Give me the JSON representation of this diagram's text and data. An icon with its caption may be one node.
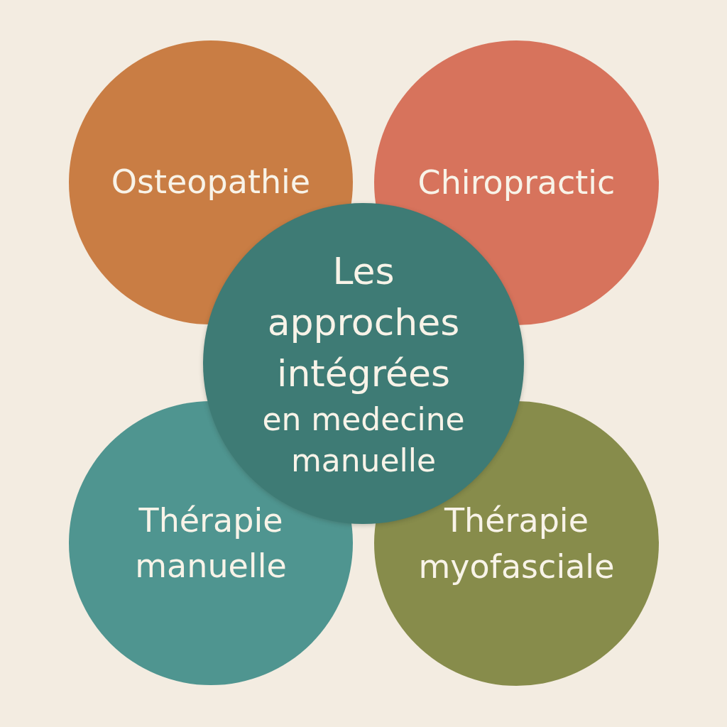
{
  "diagram": {
    "nodes": [
      {
        "text": [
          "Osteopathie"
        ]
      },
      {
        "text": [
          "Chiropractic"
        ]
      },
      {
        "text": [
          "Les approches intégrées",
          "en medecine manuelle"
        ]
      },
      {
        "text": [
          "Thérapie manuelle"
        ]
      },
      {
        "text": [
          "Thérapie myofasciale"
        ]
      }
    ]
  }
}
